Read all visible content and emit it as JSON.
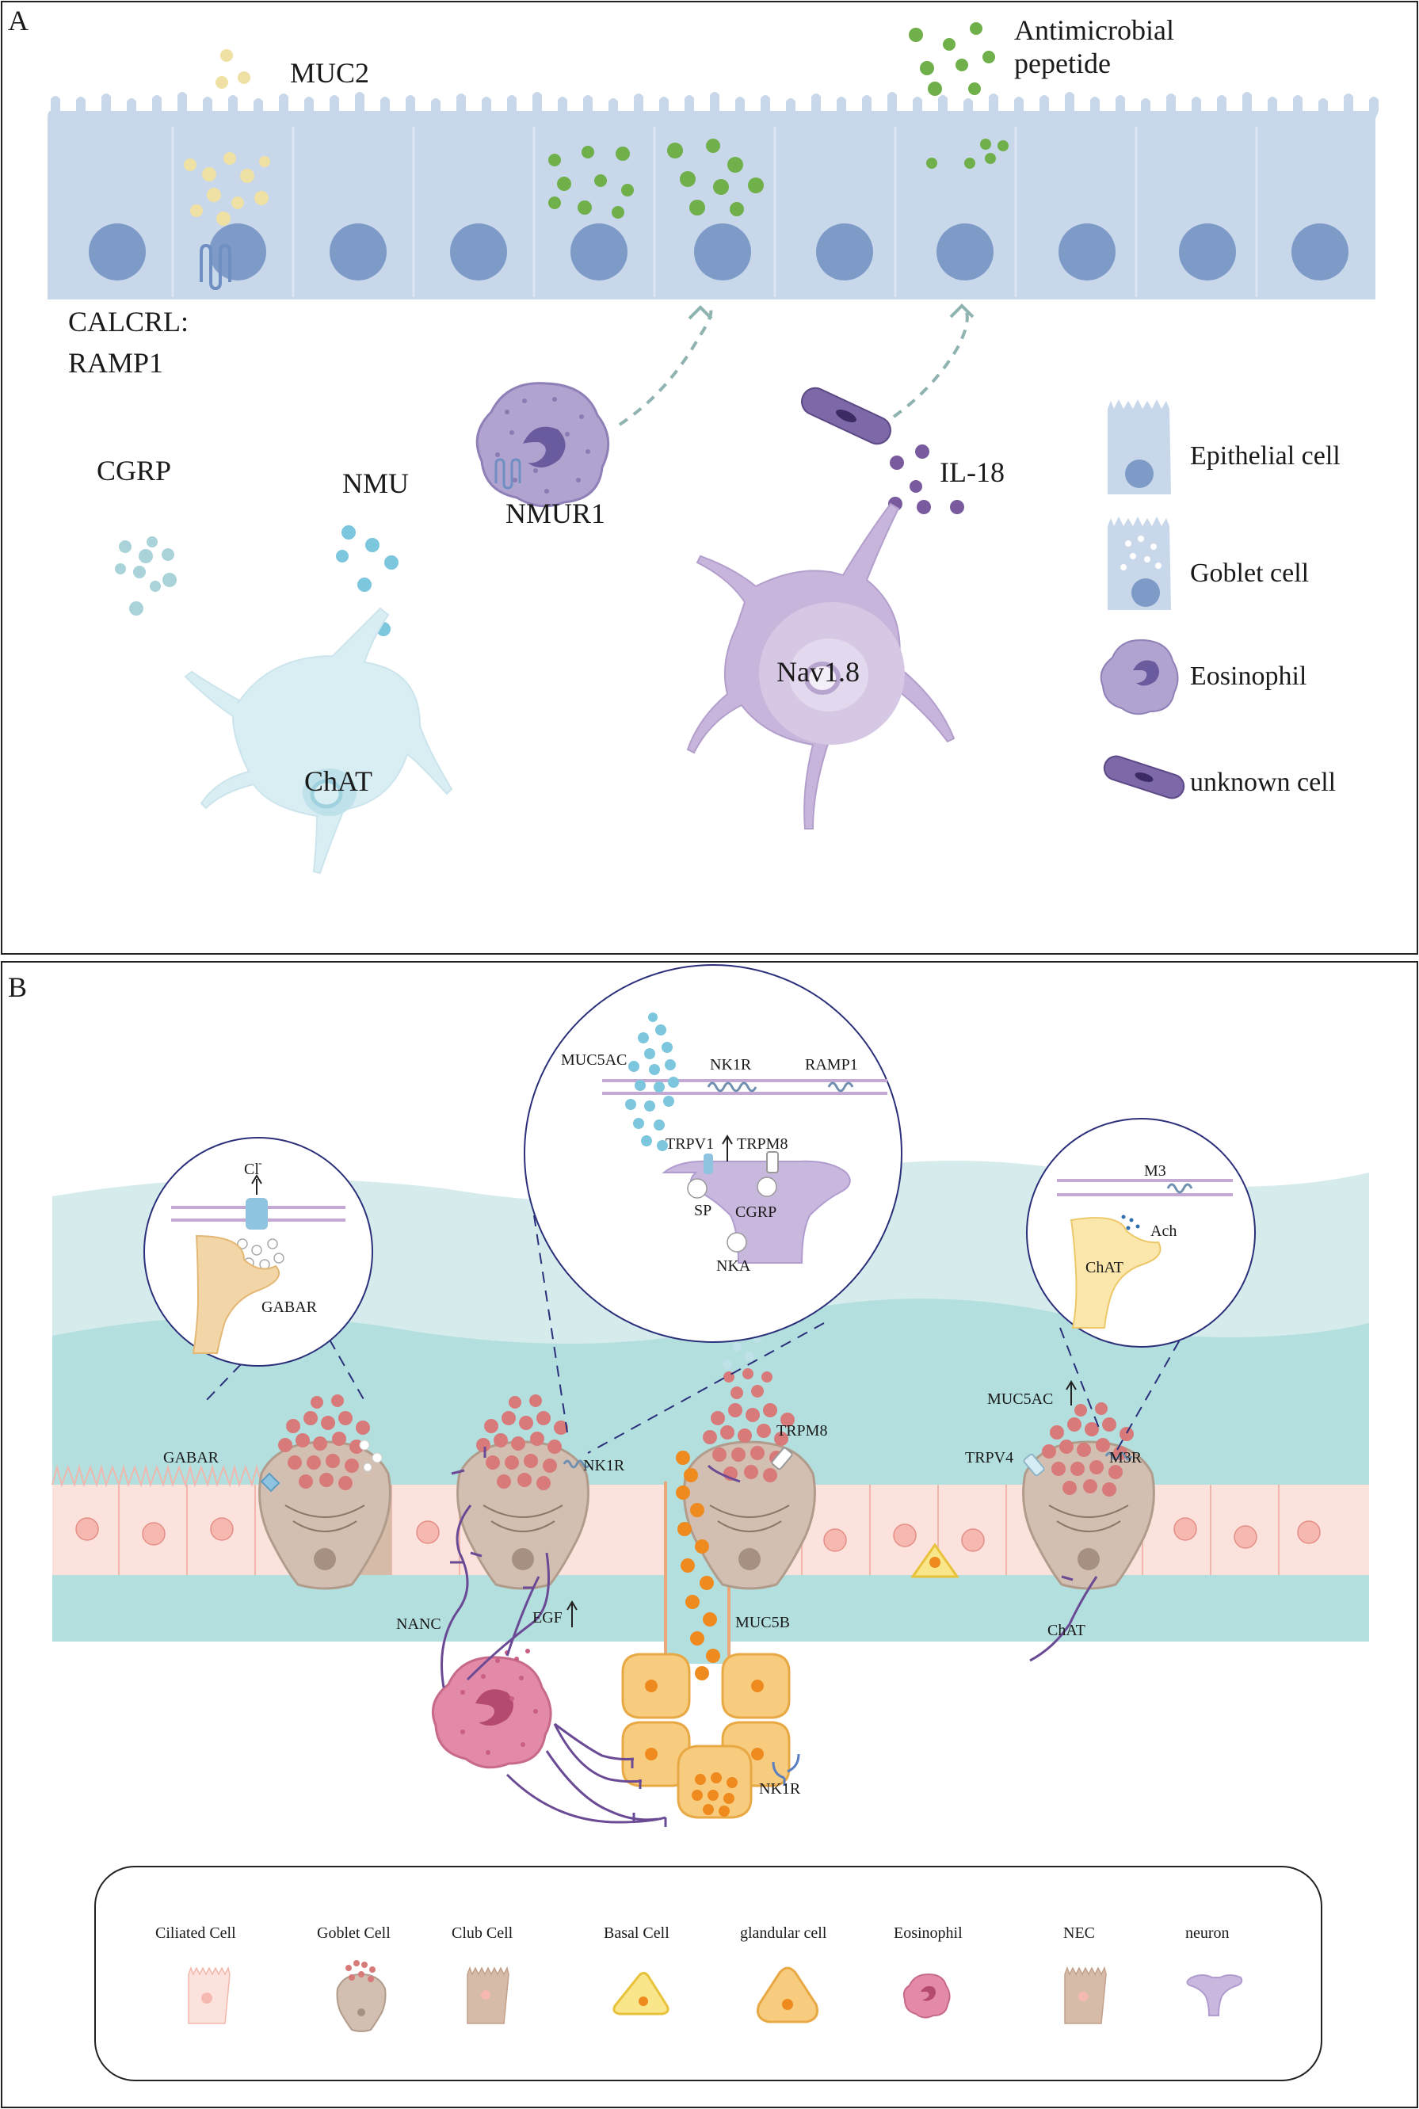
{
  "panel_a": {
    "label": "A",
    "labels": {
      "muc2": "MUC2",
      "amp_line1": "Antimicrobial",
      "amp_line2": "pepetide",
      "calcrl_line1": "CALCRL:",
      "calcrl_line2": "RAMP1",
      "cgrp": "CGRP",
      "nmu": "NMU",
      "nmur1": "NMUR1",
      "il18": "IL-18",
      "chat": "ChAT",
      "nav18": "Nav1.8"
    },
    "legend": [
      {
        "icon": "epithelial-cell-icon",
        "label": "Epithelial cell"
      },
      {
        "icon": "goblet-cell-icon",
        "label": "Goblet cell"
      },
      {
        "icon": "eosinophil-icon",
        "label": "Eosinophil"
      },
      {
        "icon": "unknown-cell-icon",
        "label": "unknown cell"
      }
    ]
  },
  "panel_b": {
    "label": "B",
    "labels": {
      "cl": "Cl",
      "cl_sup": "-",
      "gabar_inset": "GABAR",
      "muc5ac_inset": "MUC5AC",
      "nk1r_inset": "NK1R",
      "ramp1": "RAMP1",
      "trpv1": "TRPV1",
      "trpm8_inset": "TRPM8",
      "sp": "SP",
      "cgrp": "CGRP",
      "nka": "NKA",
      "m3": "M3",
      "ach": "Ach",
      "chat_inset": "ChAT",
      "gabar": "GABAR",
      "nk1r": "NK1R",
      "trpm8": "TRPM8",
      "muc5ac": "MUC5AC",
      "trpv4": "TRPV4",
      "m3r": "M3R",
      "nanc": "NANC",
      "egf": "EGF",
      "muc5b": "MUC5B",
      "chat": "ChAT",
      "nk1r_gland": "NK1R"
    },
    "legend": [
      {
        "icon": "ciliated-cell-icon",
        "label": "Ciliated Cell"
      },
      {
        "icon": "goblet-cell-icon",
        "label": "Goblet Cell"
      },
      {
        "icon": "club-cell-icon",
        "label": "Club Cell"
      },
      {
        "icon": "basal-cell-icon",
        "label": "Basal Cell"
      },
      {
        "icon": "glandular-cell-icon",
        "label": "glandular cell"
      },
      {
        "icon": "eosinophil-icon",
        "label": "Eosinophil"
      },
      {
        "icon": "nec-icon",
        "label": "NEC"
      },
      {
        "icon": "neuron-icon",
        "label": "neuron"
      }
    ]
  },
  "colors": {
    "epithelium_a": "#c8d7ea",
    "nucleus_a": "#7e9ac7",
    "muc2_dots": "#efe0a4",
    "amp_dots": "#6fb04a",
    "cgrp_dots": "#a9d3d8",
    "nmu_dots": "#7cc6de",
    "eosinophil_a": "#a99cc8",
    "il18_dots": "#7a5a9e",
    "unknown_cell": "#7d68a8",
    "chat_neuron": "#d8eef3",
    "nav_neuron": "#c7b5db",
    "mucosa_light": "#d6ecec",
    "mucosa_mid": "#b3dfdf",
    "ciliated": "#fbe2dc",
    "goblet": "#d2bfb2",
    "goblet_granules": "#d97a7a",
    "gland": "#f7cc7f",
    "gland_granules": "#ee8a1e",
    "nerve": "#6a4a94",
    "eosinophil_b": "#e38aa8",
    "inset_border": "#2b2f7a"
  }
}
